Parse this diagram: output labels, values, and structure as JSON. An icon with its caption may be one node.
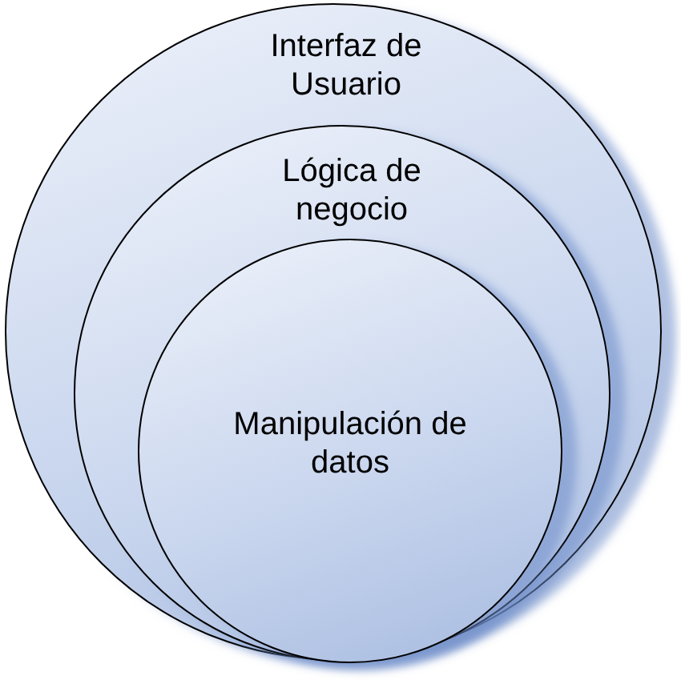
{
  "diagram": {
    "nodes": [
      {
        "text": [
          "Interfaz de Usuario"
        ]
      },
      {
        "text": [
          "Lógica de negocio"
        ],
        "in": 0
      },
      {
        "text": [
          "Manipulación de datos"
        ],
        "in": 1
      }
    ]
  }
}
